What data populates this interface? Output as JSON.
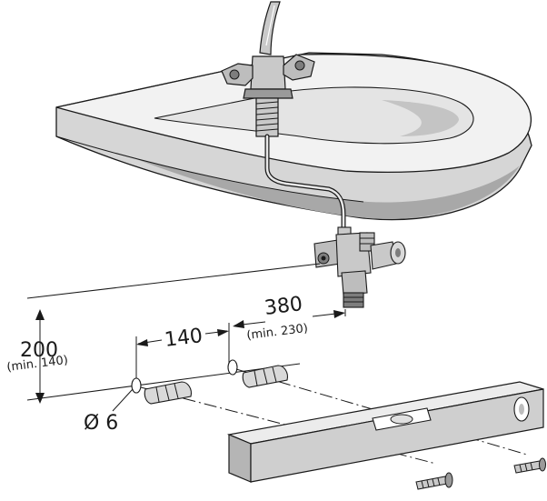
{
  "labels": {
    "dim_380": "380",
    "dim_380_min": "(min. 230)",
    "dim_140": "140",
    "dim_200": "200",
    "dim_200_min": "(min. 140)",
    "diameter": "Ø 6"
  },
  "colors": {
    "line": "#1a1a1a",
    "basin_top": "#f2f2f2",
    "basin_shade": "#d6d6d6",
    "basin_dark": "#a8a8a8",
    "metal": "#c9c9c9",
    "metal_dark": "#7d7d7d",
    "level_face": "#cfcfcf",
    "level_top": "#ececec"
  }
}
